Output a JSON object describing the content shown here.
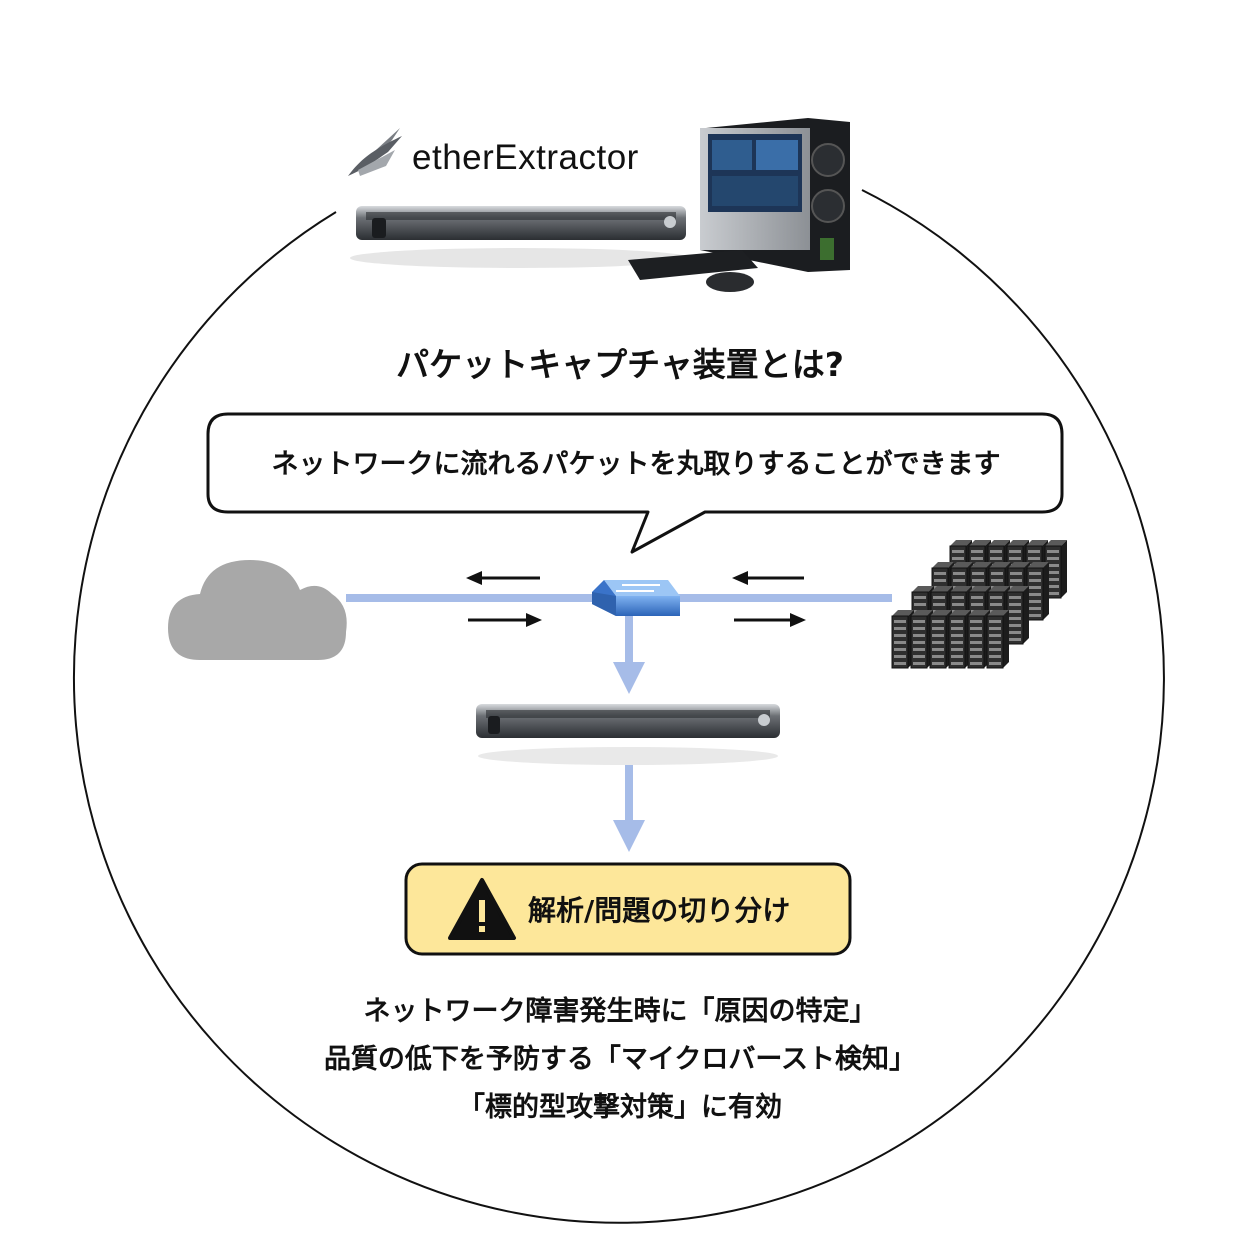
{
  "brand": {
    "name": "etherExtractor"
  },
  "heading": "パケットキャプチャ装置とは?",
  "bubble": {
    "text": "ネットワークに流れるパケットを丸取りすることができます"
  },
  "alert": {
    "text": "解析/問題の切り分け"
  },
  "description": [
    "ネットワーク障害発生時に「原因の特定」",
    "品質の低下を予防する「マイクロバースト検知」",
    "「標的型攻撃対策」に有効"
  ],
  "colors": {
    "flow_line": "#a6bce8",
    "alert_fill": "#fde79a",
    "cloud": "#a8a8a8",
    "switch": "#3f7fd6"
  },
  "icons": [
    "logo-icon",
    "cloud-icon",
    "switch-icon",
    "server-rack-icon",
    "server-farm-icon",
    "monitor-icon",
    "warning-icon",
    "arrow-left-icon",
    "arrow-right-icon"
  ]
}
